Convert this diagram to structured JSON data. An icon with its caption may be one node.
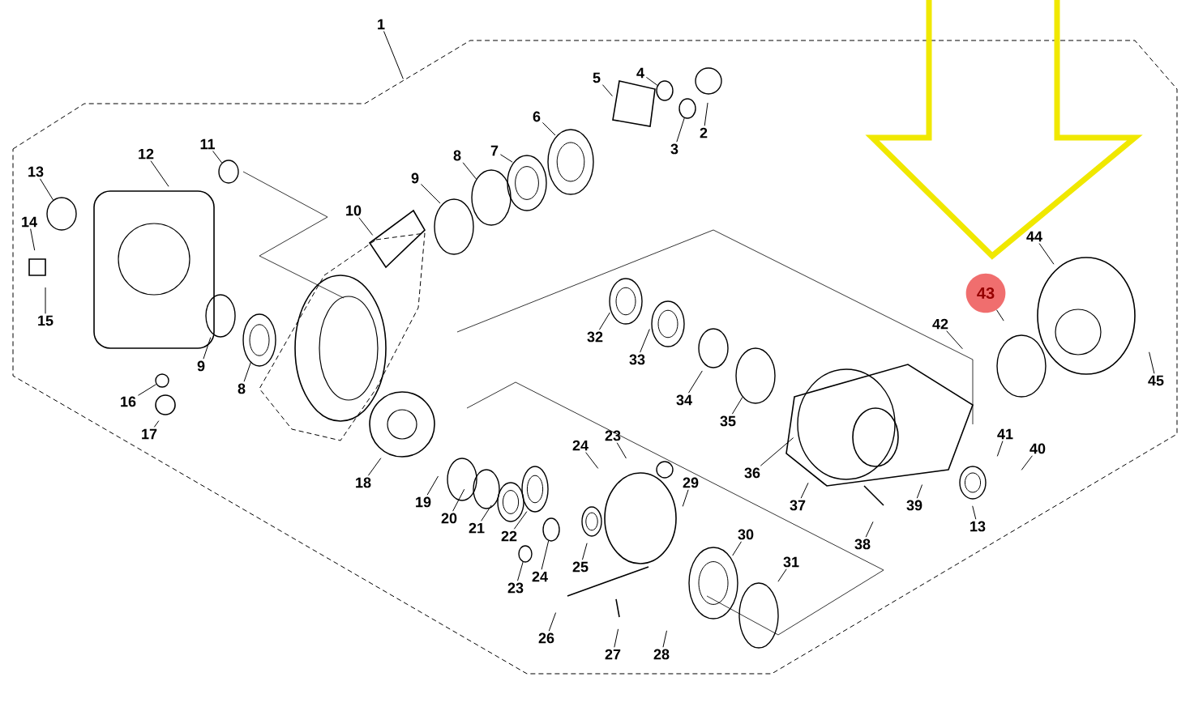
{
  "diagram": {
    "nodes": [
      {
        "text": [
          "1"
        ]
      },
      {
        "text": [
          "5"
        ]
      },
      {
        "text": [
          "4"
        ]
      },
      {
        "text": [
          "2"
        ]
      },
      {
        "text": [
          "3"
        ]
      },
      {
        "text": [
          "6"
        ]
      },
      {
        "text": [
          "7"
        ]
      },
      {
        "text": [
          "8"
        ]
      },
      {
        "text": [
          "9"
        ]
      },
      {
        "text": [
          "10"
        ]
      },
      {
        "text": [
          "11"
        ]
      },
      {
        "text": [
          "12"
        ]
      },
      {
        "text": [
          "13"
        ]
      },
      {
        "text": [
          "14"
        ]
      },
      {
        "text": [
          "15"
        ]
      },
      {
        "text": [
          "9"
        ]
      },
      {
        "text": [
          "8"
        ]
      },
      {
        "text": [
          "16"
        ]
      },
      {
        "text": [
          "17"
        ]
      },
      {
        "text": [
          "18"
        ]
      },
      {
        "text": [
          "19"
        ]
      },
      {
        "text": [
          "20"
        ]
      },
      {
        "text": [
          "21"
        ]
      },
      {
        "text": [
          "22"
        ]
      },
      {
        "text": [
          "24"
        ]
      },
      {
        "text": [
          "23"
        ]
      },
      {
        "text": [
          "25"
        ]
      },
      {
        "text": [
          "24"
        ]
      },
      {
        "text": [
          "23"
        ]
      },
      {
        "text": [
          "26"
        ]
      },
      {
        "text": [
          "27"
        ]
      },
      {
        "text": [
          "28"
        ]
      },
      {
        "text": [
          "29"
        ]
      },
      {
        "text": [
          "30"
        ]
      },
      {
        "text": [
          "31"
        ]
      },
      {
        "text": [
          "32"
        ]
      },
      {
        "text": [
          "33"
        ]
      },
      {
        "text": [
          "34"
        ]
      },
      {
        "text": [
          "35"
        ]
      },
      {
        "text": [
          "36"
        ]
      },
      {
        "text": [
          "37"
        ]
      },
      {
        "text": [
          "38"
        ]
      },
      {
        "text": [
          "39"
        ]
      },
      {
        "text": [
          "13"
        ]
      },
      {
        "text": [
          "41"
        ]
      },
      {
        "text": [
          "40"
        ]
      },
      {
        "text": [
          "42"
        ]
      },
      {
        "text": [
          "43"
        ]
      },
      {
        "text": [
          "44"
        ]
      },
      {
        "text": [
          "45"
        ]
      },
      {
        "text": [],
        "shape": "circle"
      },
      {
        "text": [],
        "shape": "circle"
      },
      {
        "text": [],
        "shape": "circle"
      },
      {
        "text": [],
        "shape": "circle"
      },
      {
        "text": [],
        "shape": "circle"
      },
      {
        "text": [],
        "shape": "circle"
      },
      {
        "text": [],
        "shape": "circle"
      },
      {
        "text": [],
        "shape": "circle"
      },
      {
        "text": [],
        "shape": "circle"
      }
    ],
    "edges": [
      {
        "from": 0,
        "to": null,
        "arrow": "none"
      },
      {
        "from": 1,
        "to": null,
        "arrow": "none"
      },
      {
        "from": 2,
        "to": 56,
        "arrow": "none"
      },
      {
        "from": 3,
        "to": null,
        "arrow": "none"
      },
      {
        "from": 4,
        "to": 57,
        "arrow": "none"
      },
      {
        "from": 5,
        "to": null,
        "arrow": "none"
      },
      {
        "from": 6,
        "to": null,
        "arrow": "none"
      },
      {
        "from": 7,
        "to": 53,
        "arrow": "none"
      },
      {
        "from": 8,
        "to": null,
        "arrow": "none"
      },
      {
        "from": 9,
        "to": null,
        "arrow": "none"
      },
      {
        "from": 10,
        "to": 52,
        "arrow": "none"
      },
      {
        "from": 11,
        "to": null,
        "arrow": "none"
      },
      {
        "from": 12,
        "to": 50,
        "arrow": "none"
      },
      {
        "from": 13,
        "to": null,
        "arrow": "none"
      },
      {
        "from": 14,
        "to": null,
        "arrow": "none"
      },
      {
        "from": 15,
        "to": null,
        "arrow": "none"
      },
      {
        "from": 16,
        "to": null,
        "arrow": "none"
      },
      {
        "from": 17,
        "to": 51,
        "arrow": "none"
      },
      {
        "from": 18,
        "to": null,
        "arrow": "none"
      },
      {
        "from": 19,
        "to": null,
        "arrow": "none"
      },
      {
        "from": 20,
        "to": null,
        "arrow": "none"
      },
      {
        "from": 21,
        "to": null,
        "arrow": "none"
      },
      {
        "from": 22,
        "to": null,
        "arrow": "none"
      },
      {
        "from": 23,
        "to": null,
        "arrow": "none"
      },
      {
        "from": 24,
        "to": null,
        "arrow": "none"
      },
      {
        "from": 25,
        "to": null,
        "arrow": "none"
      },
      {
        "from": 26,
        "to": null,
        "arrow": "none"
      },
      {
        "from": 27,
        "to": 55,
        "arrow": "none"
      },
      {
        "from": 28,
        "to": 54,
        "arrow": "none"
      },
      {
        "from": 29,
        "to": null,
        "arrow": "none"
      },
      {
        "from": 30,
        "to": null,
        "arrow": "none"
      },
      {
        "from": 31,
        "to": null,
        "arrow": "none"
      },
      {
        "from": 32,
        "to": null,
        "arrow": "none"
      },
      {
        "from": 33,
        "to": null,
        "arrow": "none"
      },
      {
        "from": 34,
        "to": null,
        "arrow": "none"
      },
      {
        "from": 35,
        "to": null,
        "arrow": "none"
      },
      {
        "from": 36,
        "to": null,
        "arrow": "none"
      },
      {
        "from": 37,
        "to": null,
        "arrow": "none"
      },
      {
        "from": 38,
        "to": 58,
        "arrow": "none"
      },
      {
        "from": 39,
        "to": null,
        "arrow": "none"
      },
      {
        "from": 40,
        "to": null,
        "arrow": "none"
      },
      {
        "from": 41,
        "to": null,
        "arrow": "none"
      },
      {
        "from": 42,
        "to": null,
        "arrow": "none"
      },
      {
        "from": 43,
        "to": null,
        "arrow": "none"
      },
      {
        "from": 44,
        "to": null,
        "arrow": "none"
      },
      {
        "from": 45,
        "to": null,
        "arrow": "none"
      },
      {
        "from": 46,
        "to": null,
        "arrow": "none"
      },
      {
        "from": 47,
        "to": null,
        "arrow": "none"
      },
      {
        "from": 48,
        "to": null,
        "arrow": "none"
      },
      {
        "from": 49,
        "to": null,
        "arrow": "none"
      }
    ]
  }
}
